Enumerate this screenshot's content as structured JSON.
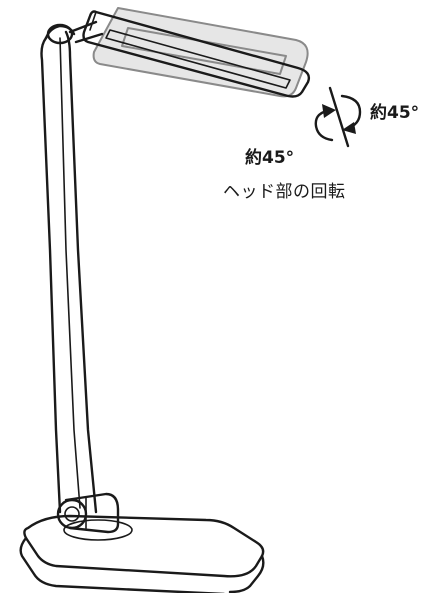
{
  "figure": {
    "angle_right": "約45°",
    "angle_left": "約45°",
    "caption": "ヘッド部の回転"
  },
  "colors": {
    "line": "#1a1a1a",
    "ghost_line": "#8a8a8a",
    "ghost_fill": "#e6e6e6"
  }
}
